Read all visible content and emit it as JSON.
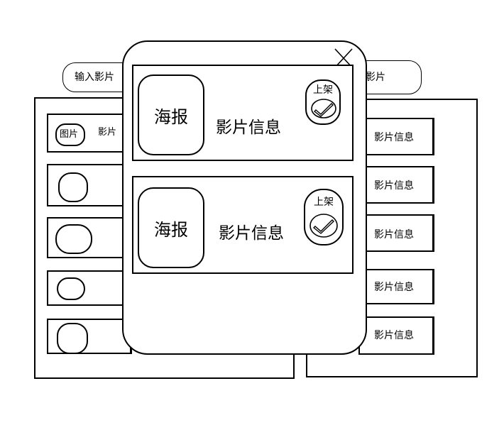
{
  "left_search": {
    "label": "输入影片"
  },
  "right_search": {
    "label": "影片"
  },
  "left_list": {
    "first_row": {
      "thumb_label": "图片",
      "info": "影片"
    }
  },
  "right_list": {
    "rows": [
      {
        "info": "影片信息"
      },
      {
        "info": "影片信息"
      },
      {
        "info": "影片信息"
      },
      {
        "info": "影片信息"
      },
      {
        "info": "影片信息"
      }
    ]
  },
  "modal": {
    "cards": [
      {
        "poster": "海报",
        "info": "影片信息",
        "status": "上架",
        "status_icon": "check-icon"
      },
      {
        "poster": "海报",
        "info": "影片信息",
        "status": "上架",
        "status_icon": "check-icon"
      }
    ],
    "close_icon": "close-icon"
  }
}
